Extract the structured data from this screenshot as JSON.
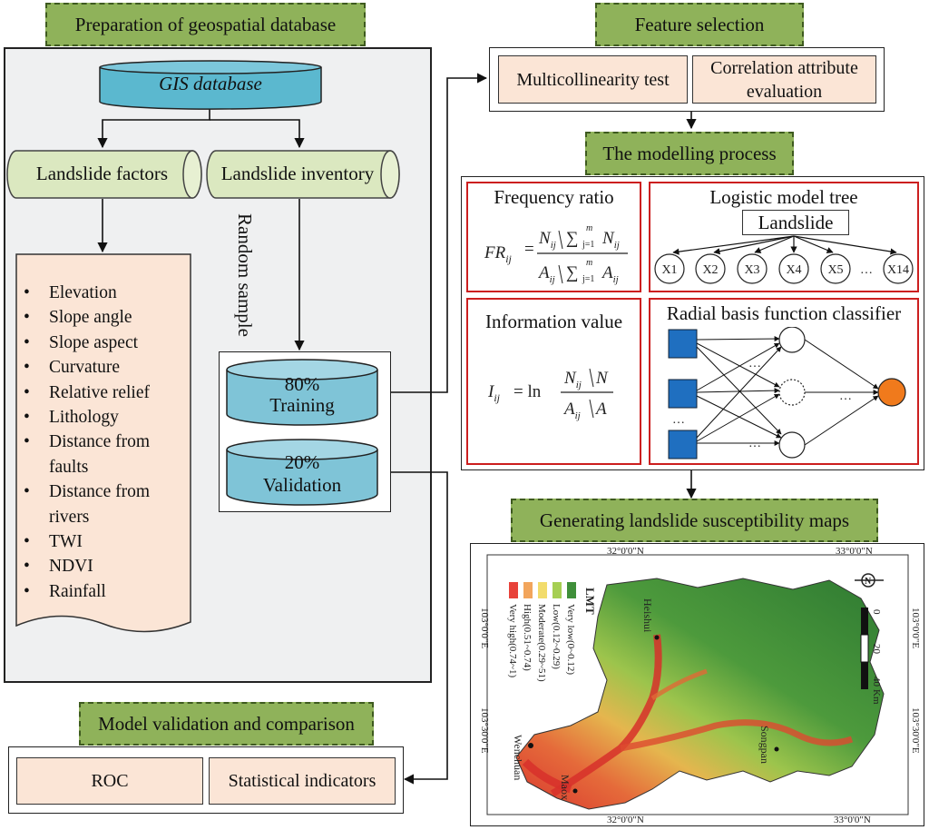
{
  "titles": {
    "prep": "Preparation of geospatial database",
    "feature": "Feature selection",
    "modelling": "The modelling process",
    "generating": "Generating landslide susceptibility maps",
    "validation": "Model validation and comparison"
  },
  "gis_db": "GIS database",
  "landslide_factors": "Landslide factors",
  "landslide_inventory": "Landslide inventory",
  "random_sample": "Random sample",
  "factors": [
    {
      "line1": "Elevation",
      "line2": ""
    },
    {
      "line1": "Slope angle",
      "line2": ""
    },
    {
      "line1": "Slope aspect",
      "line2": ""
    },
    {
      "line1": "Curvature",
      "line2": ""
    },
    {
      "line1": "Relative relief",
      "line2": ""
    },
    {
      "line1": "Lithology",
      "line2": ""
    },
    {
      "line1": "Distance from",
      "line2": "faults"
    },
    {
      "line1": "Distance from",
      "line2": "rivers"
    },
    {
      "line1": "TWI",
      "line2": ""
    },
    {
      "line1": "NDVI",
      "line2": ""
    },
    {
      "line1": "Rainfall",
      "line2": ""
    }
  ],
  "training": {
    "pct": "80%",
    "label": "Training"
  },
  "validation_set": {
    "pct": "20%",
    "label": "Validation"
  },
  "feature": {
    "multicollinearity": "Multicollinearity test",
    "correlation_l1": "Correlation attribute",
    "correlation_l2": "evaluation"
  },
  "models": {
    "fr": {
      "title": "Frequency ratio",
      "lhs": "FR",
      "lhs_sub": "ij",
      "N": "N",
      "A": "A",
      "sub": "ij",
      "sum": "∑",
      "upper": "m",
      "lower": "j=1"
    },
    "lmt": {
      "title": "Logistic model tree",
      "root": "Landslide",
      "nodes": [
        "X1",
        "X2",
        "X3",
        "X4",
        "X5",
        "…",
        "X14"
      ]
    },
    "iv": {
      "title": "Information value",
      "lhs": "I",
      "lhs_sub": "ij",
      "ln": "= ln",
      "N": "N",
      "A": "A",
      "sub": "ij"
    },
    "rbf": {
      "title": "Radial basis function classifier",
      "dots": "…"
    }
  },
  "map": {
    "lat_top_left": "32°0'0\"N",
    "lat_top_right": "33°0'0\"N",
    "lat_bottom_left": "32°0'0\"N",
    "lat_bottom_right": "33°0'0\"N",
    "lon_left_1": "103°0'0\"E",
    "lon_left_2": "103°30'0\"E",
    "lon_right_1": "103°0'0\"E",
    "lon_right_2": "103°30'0\"E",
    "legend_title": "LMT",
    "legend": [
      {
        "label": "Very high(0.74~1)",
        "color": "#e8423a"
      },
      {
        "label": "High(0.51~0.74)",
        "color": "#f2a55c"
      },
      {
        "label": "Moderate(0.29~51)",
        "color": "#f2dc6c"
      },
      {
        "label": "Low(0.12~0.29)",
        "color": "#a6cf53"
      },
      {
        "label": "Very low(0~0.12)",
        "color": "#3f8f3a"
      }
    ],
    "scale": {
      "zero": "0",
      "mid": "20",
      "max": "40",
      "unit": "Km"
    },
    "north": "N",
    "places": [
      "Heishui",
      "Wenchuan",
      "Maox",
      "Songpan"
    ]
  },
  "outputs": {
    "roc": "ROC",
    "stats": "Statistical indicators"
  }
}
